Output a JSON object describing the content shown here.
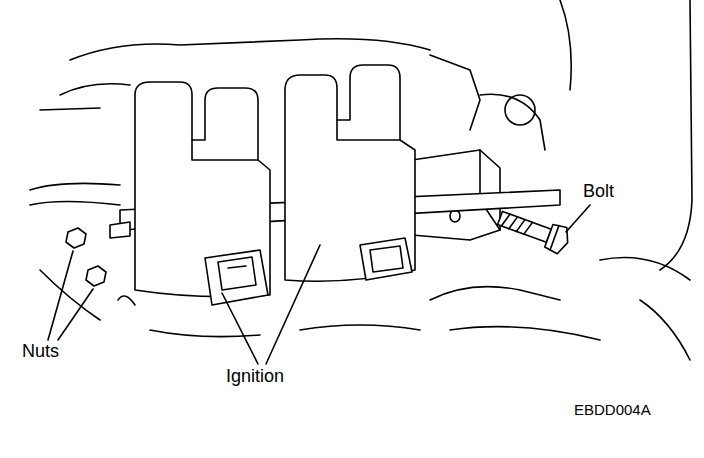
{
  "diagram": {
    "labels": [
      "Bolt",
      "Nuts",
      "Ignition",
      "EBDD004A"
    ]
  }
}
